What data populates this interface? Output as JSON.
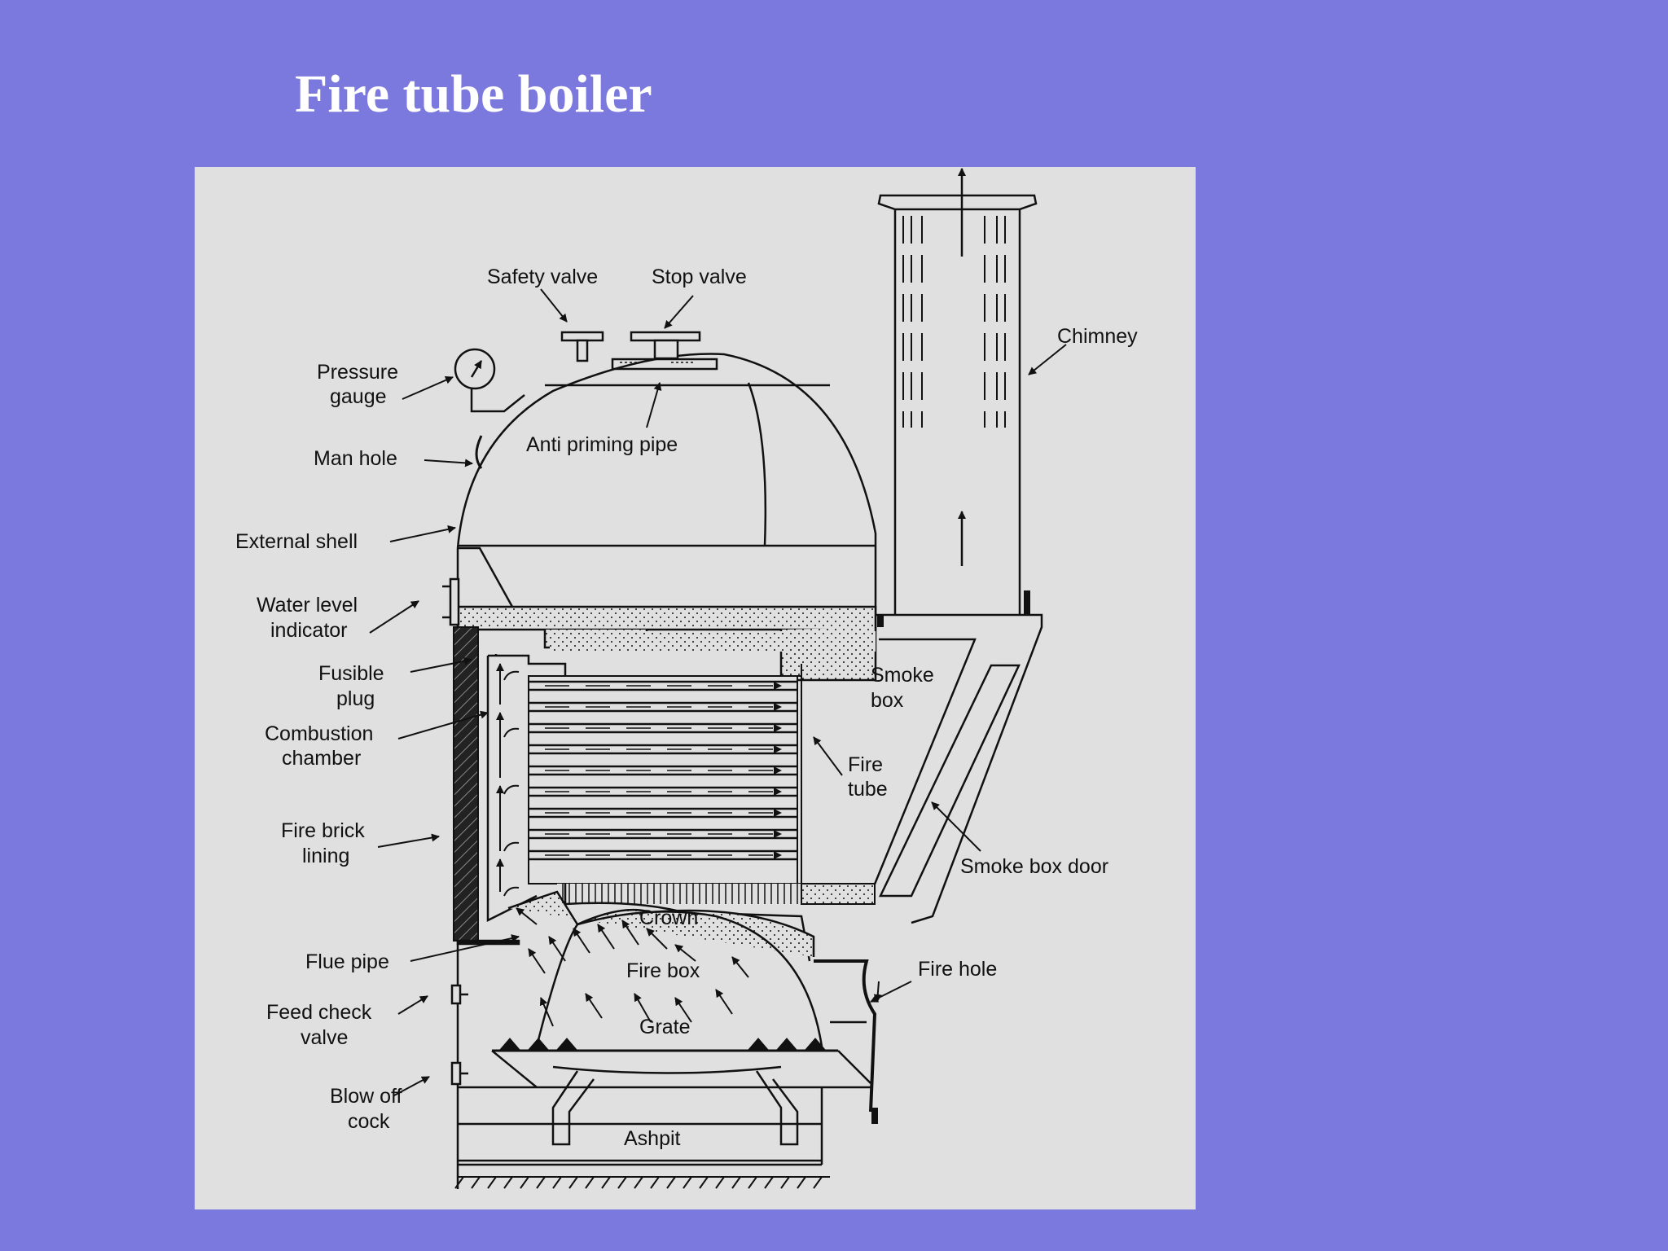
{
  "slide": {
    "title": "Fire tube boiler"
  },
  "labels": {
    "safety_valve": "Safety valve",
    "stop_valve": "Stop valve",
    "chimney": "Chimney",
    "pressure_gauge_1": "Pressure",
    "pressure_gauge_2": "gauge",
    "anti_priming_pipe": "Anti priming pipe",
    "man_hole": "Man hole",
    "external_shell": "External shell",
    "water_level_indicator_1": "Water level",
    "water_level_indicator_2": "indicator",
    "fusible_plug_1": "Fusible",
    "fusible_plug_2": "plug",
    "smoke_box_1": "Smoke",
    "smoke_box_2": "box",
    "combustion_chamber_1": "Combustion",
    "combustion_chamber_2": "chamber",
    "fire_tube_1": "Fire",
    "fire_tube_2": "tube",
    "fire_brick_lining_1": "Fire brick",
    "fire_brick_lining_2": "lining",
    "smoke_box_door": "Smoke box door",
    "crown": "Crown",
    "flue_pipe": "Flue pipe",
    "fire_box": "Fire box",
    "fire_hole": "Fire hole",
    "feed_check_valve_1": "Feed check",
    "feed_check_valve_2": "valve",
    "grate": "Grate",
    "blow_off_cock_1": "Blow off",
    "blow_off_cock_2": "cock",
    "ashpit": "Ashpit"
  },
  "colors": {
    "background": "#7b79de",
    "panel": "#e0e0e0",
    "line": "#111111",
    "title": "#ffffff"
  }
}
